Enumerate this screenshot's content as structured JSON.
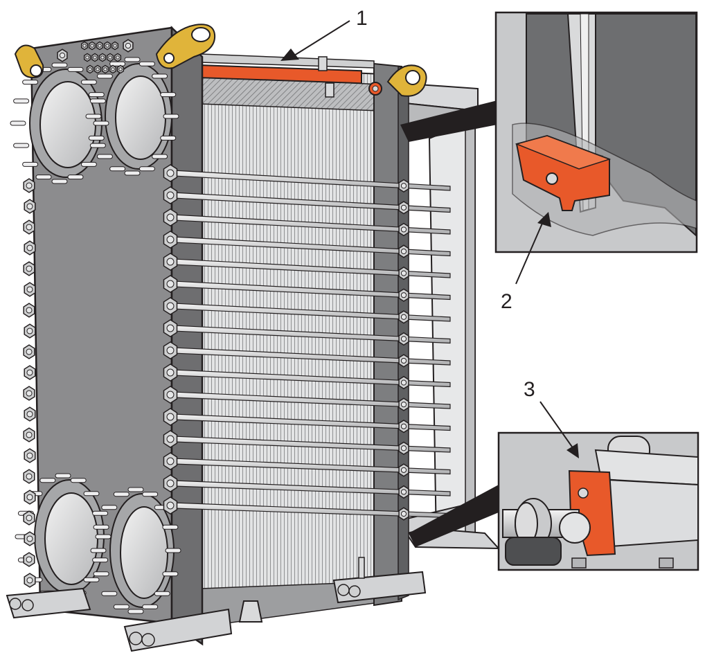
{
  "callouts": [
    {
      "id": "1",
      "label": "1"
    },
    {
      "id": "2",
      "label": "2"
    },
    {
      "id": "3",
      "label": "3"
    }
  ],
  "colors": {
    "frame": "#8c8c8e",
    "frame_dark": "#6e6e70",
    "frame_edge": "#3a3a3c",
    "plates": "#d9dadb",
    "plate_lines": "#8f9092",
    "accent_orange": "#e8592a",
    "lifting_eye": "#e0b43a",
    "bolt_metal": "#cfd0d1",
    "detail_bg": "#c8c9cb",
    "line": "#231f20"
  },
  "icons": {
    "tie_bolt": "hex-nut-bolt",
    "lifting_eye": "lifting-eye",
    "port": "port-flange",
    "foot": "support-foot"
  }
}
